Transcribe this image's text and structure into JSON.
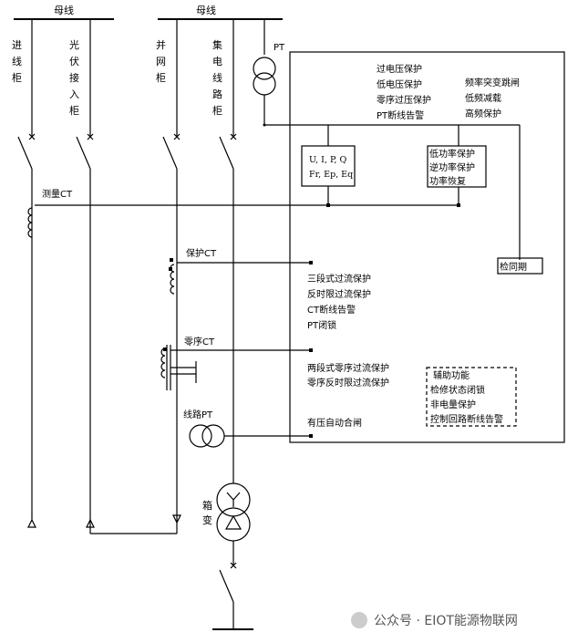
{
  "buses": {
    "left": "母线",
    "right": "母线"
  },
  "feeders": {
    "incoming": [
      "进",
      "线",
      "柜"
    ],
    "pv": [
      "光",
      "伏",
      "接",
      "入",
      "柜"
    ],
    "grid": [
      "并",
      "网",
      "柜"
    ],
    "collector": [
      "集",
      "电",
      "线",
      "路",
      "柜"
    ]
  },
  "pt_label": "PT",
  "measure_ct": "测量CT",
  "protect_ct": "保护CT",
  "zero_ct": "零序CT",
  "line_pt": "线路PT",
  "transformer": [
    "箱",
    "变"
  ],
  "meter_box": {
    "line1": "U, I, P, Q",
    "line2": "Fr, Ep, Eq"
  },
  "voltage_functions": [
    "过电压保护",
    "低电压保护",
    "零序过压保护",
    "PT断线告警"
  ],
  "frequency_functions": [
    "频率突变跳闸",
    "低频减载",
    "高频保护"
  ],
  "power_functions": [
    "低功率保护",
    "逆功率保护",
    "功率恢复"
  ],
  "sync_check": "检同期",
  "overcurrent_functions": [
    "三段式过流保护",
    "反时限过流保护",
    "CT断线告警",
    "PT闭锁"
  ],
  "zero_seq_functions": [
    "两段式零序过流保护",
    "零序反时限过流保护"
  ],
  "auto_reclose": "有压自动合闸",
  "aux_box": {
    "title": "辅助功能",
    "items": [
      "检修状态闭锁",
      "非电量保护",
      "控制回路断线告警"
    ]
  },
  "watermark": "公众号 · EIOT能源物联网"
}
